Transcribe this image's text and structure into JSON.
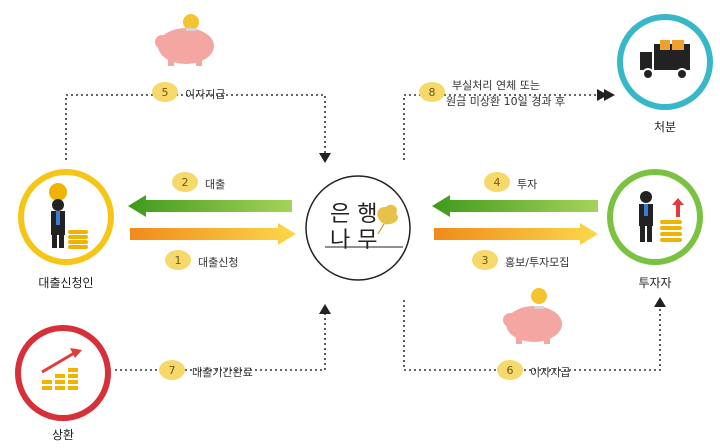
{
  "colors": {
    "loan_arrow": "#5aa324",
    "apply_arrow": "#f4a21f",
    "invest_arrow": "#5aa324",
    "promo_arrow": "#f4a21f",
    "leaf_badge": "#f6d96a",
    "borrower_ring": "#f5c518",
    "investor_ring": "#7cc242",
    "disposal_ring": "#38b7c9",
    "repay_ring": "#d6303a",
    "piggy": "#f4a7a2",
    "dotted": "#333333"
  },
  "icons": {
    "borrower": "person-holding-coin-icon",
    "investor": "investor-chart-icon",
    "disposal": "delivery-truck-icon",
    "repayment": "rising-coins-chart-icon",
    "interest_bank": "piggy-bank-icon",
    "step_badge": "ginkgo-leaf-badge-icon"
  },
  "center": {
    "line1": "은 행",
    "line2": "나 무"
  },
  "nodes": {
    "borrower": "대출신청인",
    "investor": "투자자",
    "disposal": "처분",
    "repayment": "상환"
  },
  "steps": [
    {
      "num": "1",
      "label": "대출신청"
    },
    {
      "num": "2",
      "label": "대출"
    },
    {
      "num": "3",
      "label": "홍보/투자모집"
    },
    {
      "num": "4",
      "label": "투자"
    },
    {
      "num": "5",
      "label": "이자지급"
    },
    {
      "num": "6",
      "label": "이자지급"
    },
    {
      "num": "7",
      "label": "대출기간완료"
    },
    {
      "num": "8",
      "label_line1": "부실처리 연체 또는",
      "label_line2": "원금 미상환 10일 경과 후"
    }
  ]
}
